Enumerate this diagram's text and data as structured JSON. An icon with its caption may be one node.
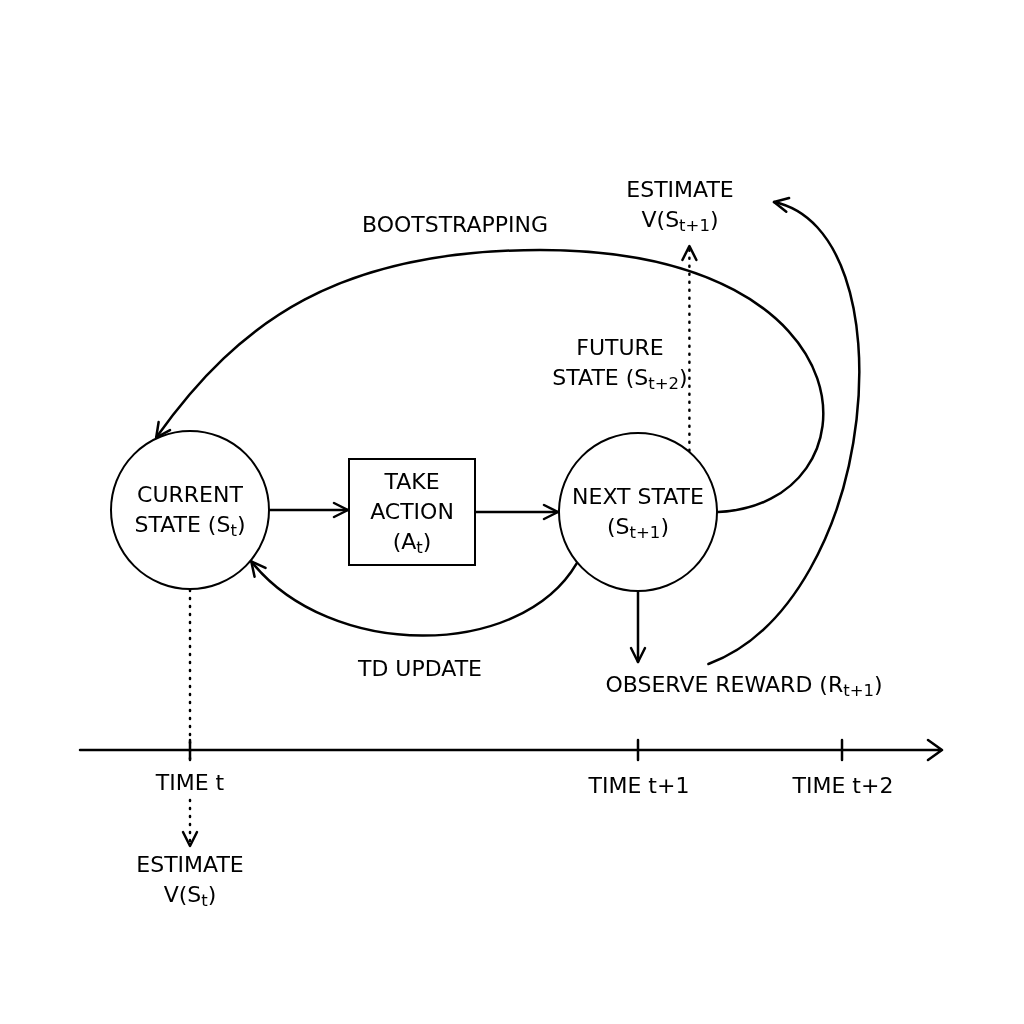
{
  "diagram": {
    "nodes": [
      {
        "text": [
          "CURRENT STATE (S$_{t}$)"
        ]
      },
      {
        "text": [
          "TAKE ACTION (A$_{t}$)"
        ]
      },
      {
        "text": [
          "NEXT STATE (S$_{t+1}$)"
        ]
      },
      {
        "text": [
          "ESTIMATE V(S$_{t+1}$)"
        ]
      },
      {
        "text": [
          "OBSERVE REWARD (R$_{t+1}$)"
        ]
      },
      {
        "text": [
          "ESTIMATE V(S$_{t}$)"
        ]
      },
      {
        "text": [
          "TIME t"
        ]
      }
    ],
    "edges": [
      {
        "from": 0,
        "to": 1,
        "arrow": "to"
      },
      {
        "from": 1,
        "to": 2,
        "arrow": "to"
      },
      {
        "from": 2,
        "to": 0,
        "arrow": "to",
        "label": "TD UPDATE"
      },
      {
        "from": 2,
        "to": 0,
        "arrow": "to",
        "label": "BOOTSTRAPPING"
      },
      {
        "from": 2,
        "to": 3,
        "arrow": "to",
        "style": "dashed"
      },
      {
        "from": 2,
        "to": 4,
        "arrow": "to"
      },
      {
        "from": 4,
        "to": 3,
        "arrow": "to"
      },
      {
        "from": 0,
        "to": 6,
        "arrow": "none",
        "style": "dashed"
      },
      {
        "from": 6,
        "to": 5,
        "arrow": "to",
        "style": "dashed"
      }
    ],
    "labels": [
      "FUTURE STATE (S$_{t+2}$)",
      "TIME t+1",
      "TIME t+2"
    ]
  }
}
